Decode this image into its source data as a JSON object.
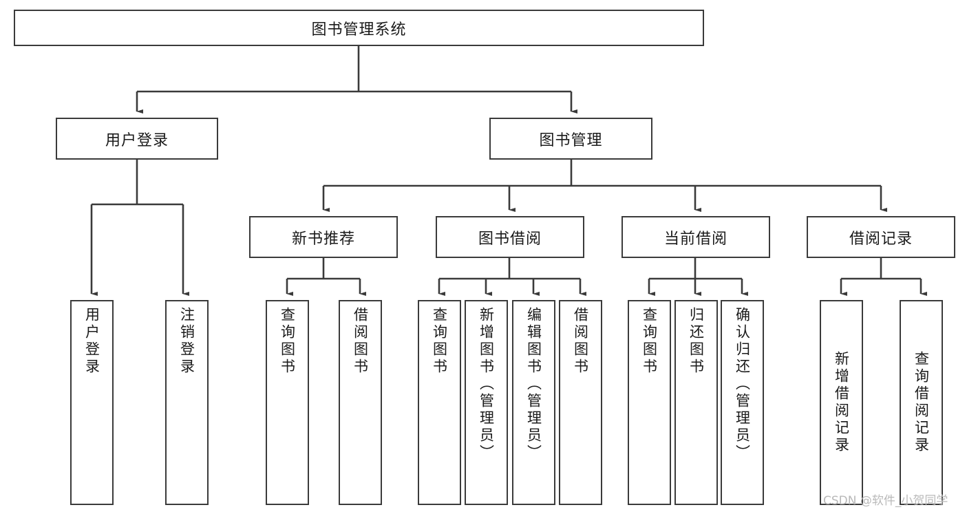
{
  "diagram": {
    "type": "tree-hierarchy",
    "title": "图书管理系统",
    "root": {
      "label": "图书管理系统"
    },
    "level1": [
      {
        "label": "用户登录"
      },
      {
        "label": "图书管理"
      }
    ],
    "level2": [
      {
        "label": "新书推荐"
      },
      {
        "label": "图书借阅"
      },
      {
        "label": "当前借阅"
      },
      {
        "label": "借阅记录"
      }
    ],
    "leaves": {
      "user_login": [
        {
          "label": "用户登录"
        },
        {
          "label": "注销登录"
        }
      ],
      "new_book_recommend": [
        {
          "label": "查询图书"
        },
        {
          "label": "借阅图书"
        }
      ],
      "book_borrow": [
        {
          "label": "查询图书"
        },
        {
          "label": "新增图书（管理员）"
        },
        {
          "label": "编辑图书（管理员）"
        },
        {
          "label": "借阅图书"
        }
      ],
      "current_borrow": [
        {
          "label": "查询图书"
        },
        {
          "label": "归还图书"
        },
        {
          "label": "确认归还（管理员）"
        }
      ],
      "borrow_record": [
        {
          "label": "新增借阅记录"
        },
        {
          "label": "查询借阅记录"
        }
      ]
    }
  },
  "watermark": {
    "text": "CSDN @软件_小贺同学"
  },
  "colors": {
    "stroke": "#3a3a3a",
    "background": "#ffffff",
    "text": "#1a1a1a",
    "watermark": "#b9b9b9"
  }
}
